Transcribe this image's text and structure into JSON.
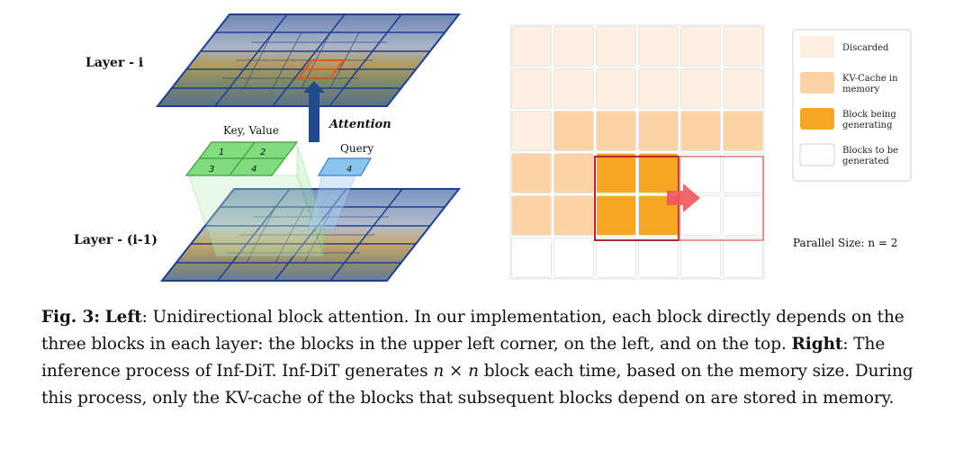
{
  "left_panel": {
    "layer_top_label": "Layer - i",
    "layer_bottom_label": "Layer - (i-1)",
    "attention_label": "Attention",
    "key_value_label": "Key, Value",
    "query_label": "Query",
    "kv_cells": [
      "1",
      "2",
      "3",
      "4"
    ],
    "query_cell": "4"
  },
  "right_panel": {
    "grid": {
      "rows": 6,
      "cols": 6,
      "states": [
        [
          "discarded",
          "discarded",
          "discarded",
          "discarded",
          "discarded",
          "discarded"
        ],
        [
          "discarded",
          "discarded",
          "discarded",
          "discarded",
          "discarded",
          "discarded"
        ],
        [
          "discarded",
          "kv",
          "kv",
          "kv",
          "kv",
          "kv"
        ],
        [
          "kv",
          "kv",
          "generating",
          "generating",
          "to_generate",
          "to_generate"
        ],
        [
          "kv",
          "kv",
          "generating",
          "generating",
          "to_generate",
          "to_generate"
        ],
        [
          "to_generate",
          "to_generate",
          "to_generate",
          "to_generate",
          "to_generate",
          "to_generate"
        ]
      ]
    },
    "legend": [
      {
        "key": "discarded",
        "lines": [
          "Discarded"
        ],
        "color": "#fdf0e2"
      },
      {
        "key": "kv",
        "lines": [
          "KV-Cache in",
          "memory"
        ],
        "color": "#fbd3a6"
      },
      {
        "key": "generating",
        "lines": [
          "Block being",
          "generating"
        ],
        "color": "#f5a623"
      },
      {
        "key": "to_generate",
        "lines": [
          "Blocks to be",
          "generated"
        ],
        "color": "#ffffff"
      }
    ],
    "parallel_size": "Parallel Size: n = 2"
  },
  "caption": {
    "fig_label": "Fig. 3:",
    "left_label": "Left",
    "left_text": ": Unidirectional block attention. In our implementation, each block directly depends on the three blocks in each layer: the blocks in the upper left corner, on the left, and on the top. ",
    "right_label": "Right",
    "right_text_1": ": The inference process of Inf-DiT. Inf-DiT generates ",
    "math_n1": "n",
    "math_times": " × ",
    "math_n2": "n",
    "right_text_2": " block each time, based on the memory size. During this process, only the KV-cache of the blocks that subsequent blocks depend on are stored in memory."
  },
  "colors": {
    "discarded": "#fdf0e2",
    "kv": "#fbd3a6",
    "generating": "#f5a623",
    "to_generate": "#ffffff",
    "grid_line": "#e6e6e6",
    "highlight_border": "#b3282d",
    "arrow_red": "#f0555a",
    "layer_blue": "#1f3f91",
    "kv_green": "#7fdc7f",
    "query_blue": "#8cc4f0",
    "attention_arrow": "#1f4b8c"
  }
}
